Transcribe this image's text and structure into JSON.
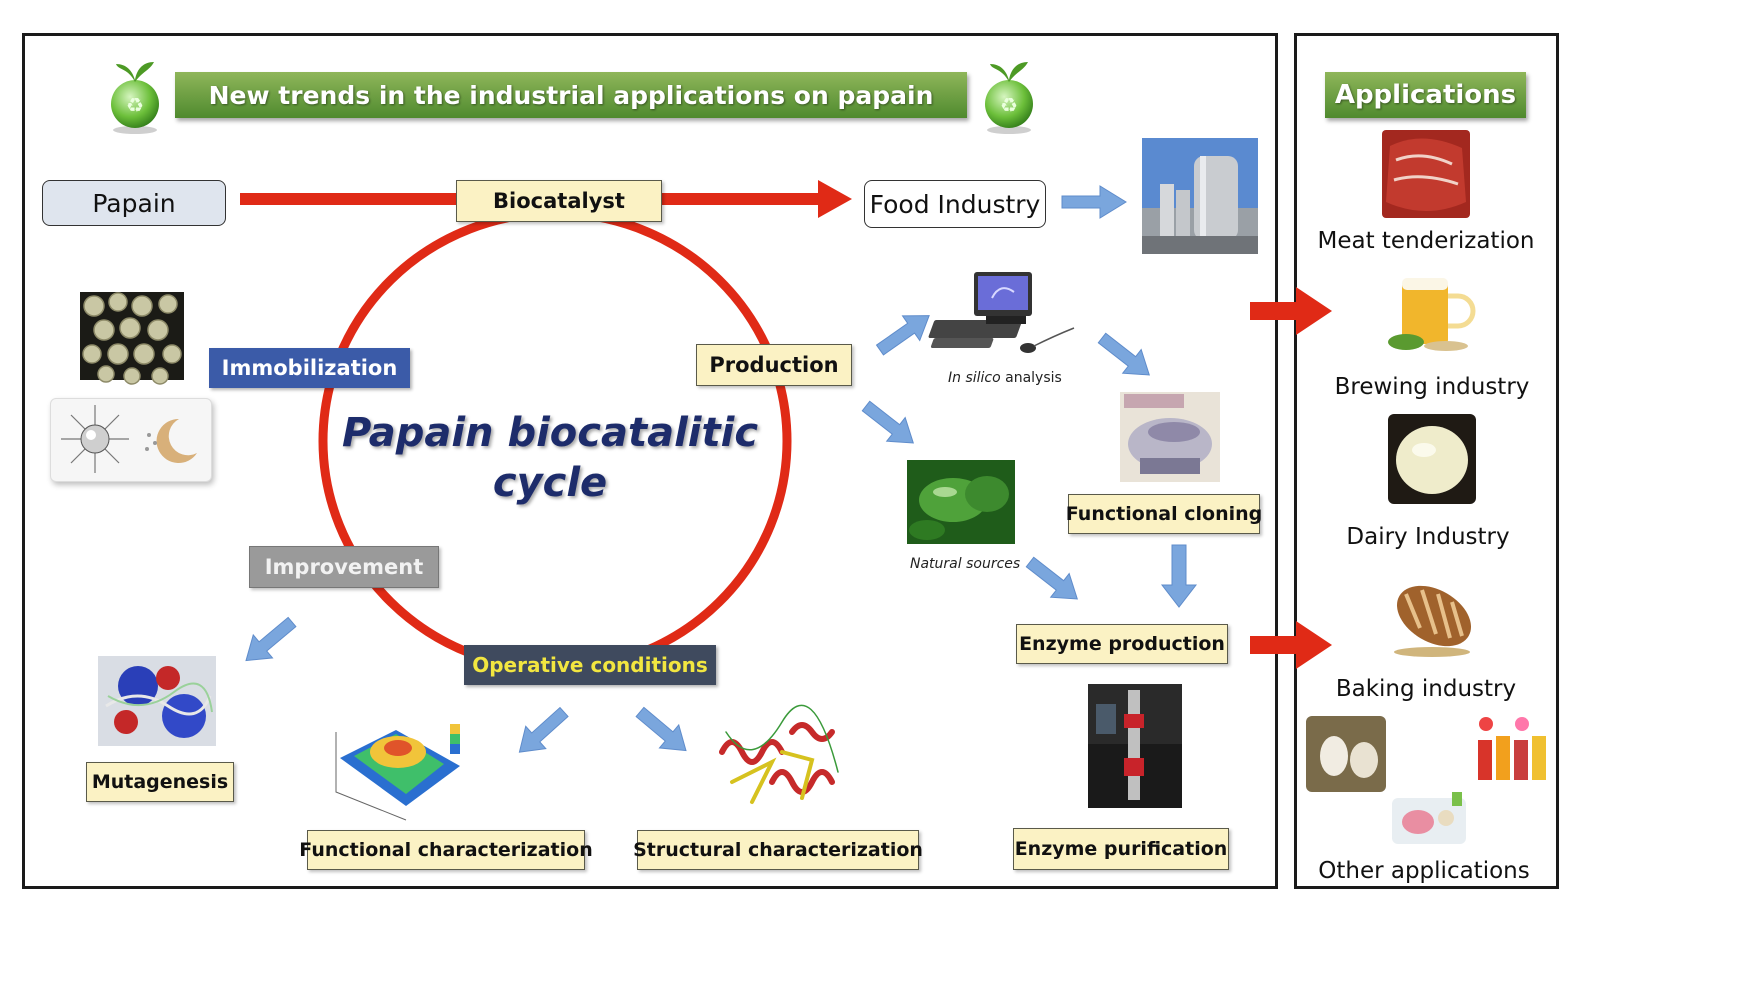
{
  "title": "New trends in the industrial applications on papain",
  "applications_title": "Applications",
  "papain": "Papain",
  "biocatalyst": "Biocatalyst",
  "food_industry": "Food Industry",
  "cycle_title_line1": "Papain biocatalitic",
  "cycle_title_line2": "cycle",
  "immobilization": "Immobilization",
  "improvement": "Improvement",
  "operative_conditions": "Operative conditions",
  "production": "Production",
  "in_silico": "In silico",
  "analysis": " analysis",
  "natural_sources": "Natural sources",
  "functional_cloning": "Functional cloning",
  "enzyme_production": "Enzyme production",
  "enzyme_purification": "Enzyme purification",
  "mutagenesis": "Mutagenesis",
  "functional_characterization": "Functional characterization",
  "structural_characterization": "Structural characterization",
  "applications": [
    "Meat tenderization",
    "Brewing industry",
    "Dairy Industry",
    "Baking industry",
    "Other applications"
  ],
  "colors": {
    "red": "#e02a16",
    "blue_arrow": "#7aa6dd",
    "green_banner": "#5f9a3a",
    "immobilization": "#3b5ba8",
    "improvement": "#9a9a9a",
    "operative": "#3f4a5e",
    "cycle_text": "#1d2c6b"
  }
}
